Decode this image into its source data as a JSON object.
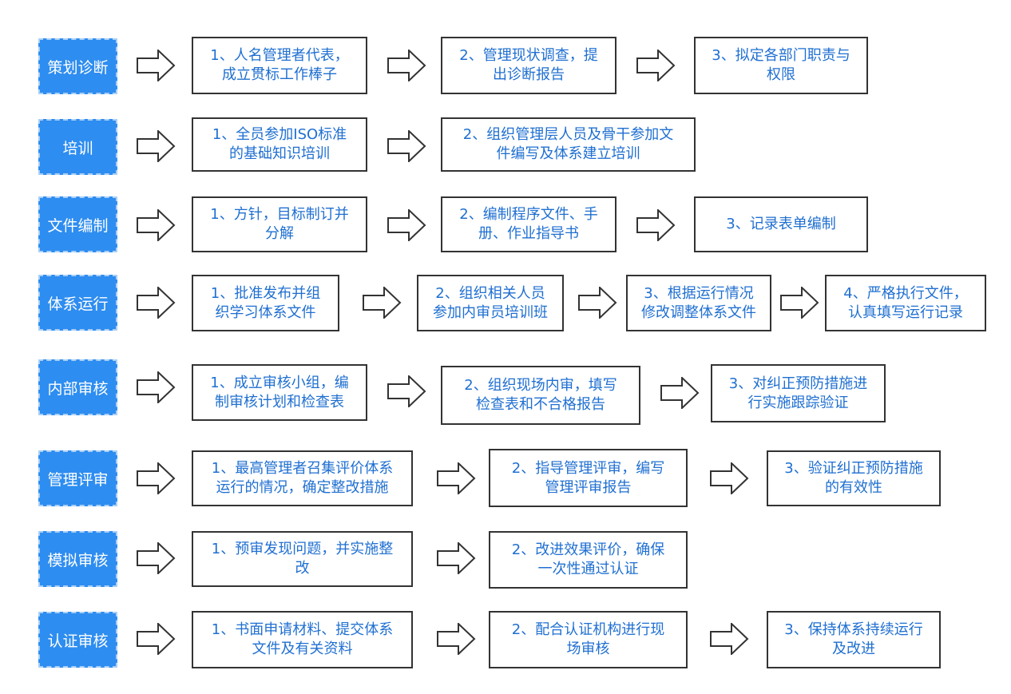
{
  "rows": [
    {
      "label": "策划诊断",
      "steps": [
        "1、人名管理者代表，\n成立贯标工作棒子",
        "2、管理现状调查，提\n出诊断报告",
        "3、拟定各部门职责与\n权限"
      ]
    },
    {
      "label": "培训",
      "steps": [
        "1、全员参加ISO标准\n的基础知识培训",
        "2、组织管理层人员及骨干参加文\n件编写及体系建立培训"
      ]
    },
    {
      "label": "文件编制",
      "steps": [
        "1、方针，目标制订并\n分解",
        "2、编制程序文件、手\n册、作业指导书",
        "3、记录表单编制"
      ]
    },
    {
      "label": "体系运行",
      "steps": [
        "1、批准发布并组\n织学习体系文件",
        "2、组织相关人员\n参加内审员培训班",
        "3、根据运行情况\n修改调整体系文件",
        "4、严格执行文件，\n认真填写运行记录"
      ]
    },
    {
      "label": "内部审核",
      "steps": [
        "1、成立审核小组，编\n制审核计划和检查表",
        "2、组织现场内审，填写\n检查表和不合格报告",
        "3、对纠正预防措施进\n行实施跟踪验证"
      ]
    },
    {
      "label": "管理评审",
      "steps": [
        "1、最高管理者召集评价体系\n运行的情况，确定整改措施",
        "2、指导管理评审，编写\n管理评审报告",
        "3、验证纠正预防措施\n的有效性"
      ]
    },
    {
      "label": "模拟审核",
      "steps": [
        "1、预审发现问题，并实施整\n改",
        "2、改进效果评价，确保\n一次性通过认证"
      ]
    },
    {
      "label": "认证审核",
      "steps": [
        "1、书面申请材料、提交体系\n文件及有关资料",
        "2、配合认证机构进行现\n场审核",
        "3、保持体系持续运行\n及改进"
      ]
    }
  ]
}
